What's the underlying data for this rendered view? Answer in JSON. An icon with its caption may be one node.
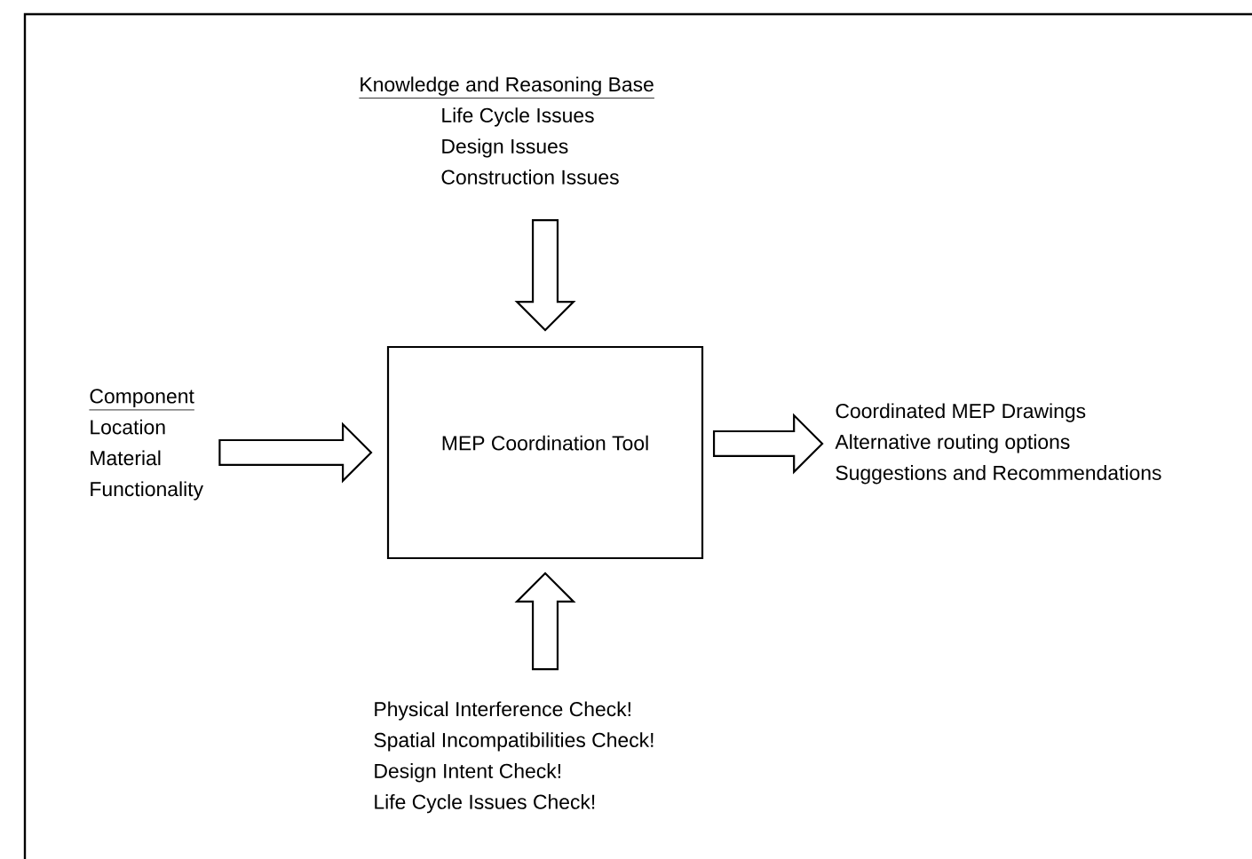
{
  "diagram": {
    "nodes": [
      {
        "text": [
          "Knowledge and Reasoning Base",
          "Life Cycle Issues",
          "Design Issues",
          "Construction Issues"
        ]
      },
      {
        "text": [
          "Component",
          "Location",
          "Material",
          "Functionality"
        ]
      },
      {
        "text": [
          "MEP Coordination Tool"
        ]
      },
      {
        "text": [
          "Coordinated MEP Drawings",
          "Alternative routing options",
          "Suggestions and Recommendations"
        ]
      },
      {
        "text": [
          "Physical Interference Check!",
          "Spatial Incompatibilities Check!",
          "Design Intent Check!",
          "Life Cycle Issues Check!"
        ]
      }
    ],
    "edges": [
      {
        "from": 0,
        "to": 2,
        "arrow": "to"
      },
      {
        "from": 1,
        "to": 2,
        "arrow": "to"
      },
      {
        "from": 2,
        "to": 3,
        "arrow": "to"
      },
      {
        "from": 4,
        "to": 2,
        "arrow": "to"
      }
    ]
  }
}
